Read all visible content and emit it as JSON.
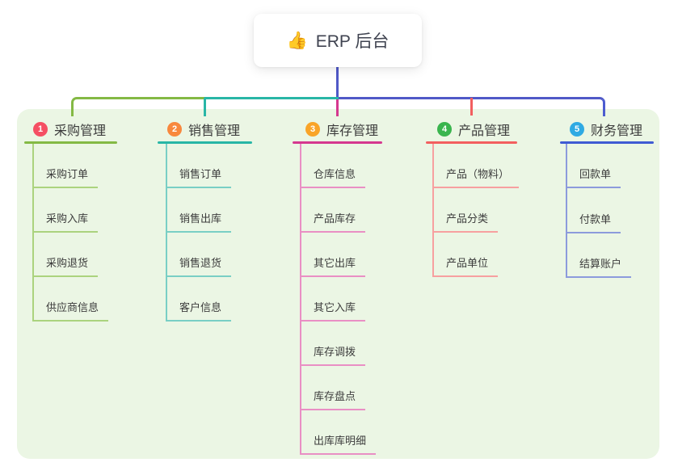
{
  "root": {
    "icon": "👍",
    "label": "ERP 后台"
  },
  "colors": {
    "panel_background": "#ebf6e4",
    "root_connector": "#5059c7",
    "text": "#3c3c3c"
  },
  "branches": [
    {
      "index": "1",
      "label": "采购管理",
      "badge_color": "#f54f63",
      "line_color": "#84b944",
      "child_line_color": "#abd37e",
      "children": [
        "采购订单",
        "采购入库",
        "采购退货",
        "供应商信息"
      ]
    },
    {
      "index": "2",
      "label": "销售管理",
      "badge_color": "#f8883d",
      "line_color": "#28b6a6",
      "child_line_color": "#79cfc5",
      "children": [
        "销售订单",
        "销售出库",
        "销售退货",
        "客户信息"
      ]
    },
    {
      "index": "3",
      "label": "库存管理",
      "badge_color": "#f9a428",
      "line_color": "#d5388f",
      "child_line_color": "#e98fc4",
      "children": [
        "仓库信息",
        "产品库存",
        "其它出库",
        "其它入库",
        "库存调拨",
        "库存盘点",
        "出库库明细"
      ]
    },
    {
      "index": "4",
      "label": "产品管理",
      "badge_color": "#3ab54e",
      "line_color": "#f25f5f",
      "child_line_color": "#f7a0a0",
      "children": [
        "产品（物料）",
        "产品分类",
        "产品单位"
      ]
    },
    {
      "index": "5",
      "label": "财务管理",
      "badge_color": "#2faae3",
      "line_color": "#3f5bd3",
      "child_line_color": "#8c9bdc",
      "children": [
        "回款单",
        "付款单",
        "结算账户"
      ]
    }
  ]
}
